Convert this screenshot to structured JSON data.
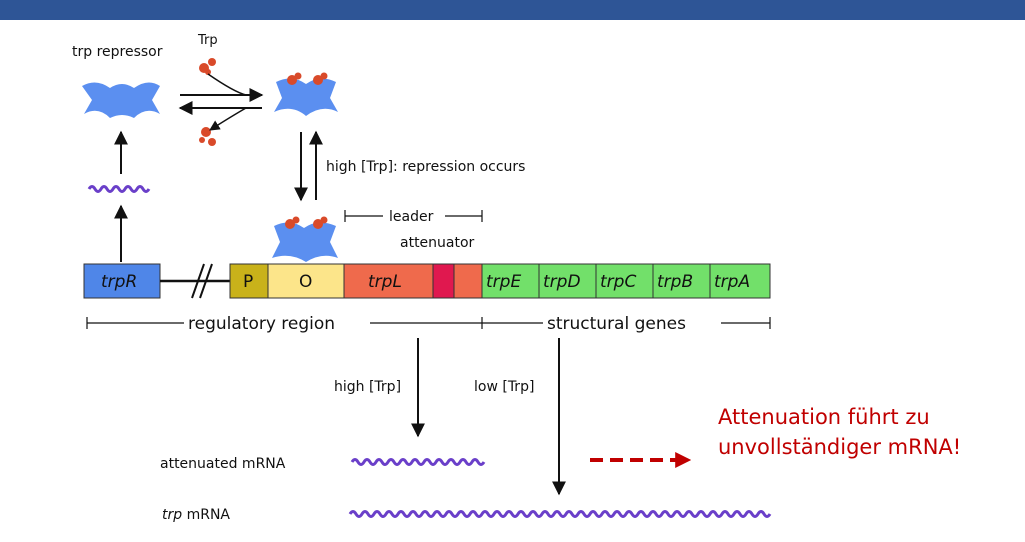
{
  "colors": {
    "header_bar": "#2e5596",
    "repressor": "#5b8ff0",
    "tryptophan": "#d94a2a",
    "mrna": "#6a3fc9",
    "trpR_box": "#4f86e8",
    "P_box": "#c9b21a",
    "O_box": "#fce58a",
    "trpL_box": "#ef6a4c",
    "attenuator_box": "#e0184f",
    "structural_box": "#72e06a",
    "note_text": "#c00000",
    "note_arrow": "#c00000"
  },
  "labels": {
    "trp_repressor": "trp repressor",
    "trp": "Trp",
    "repression": "high [Trp]: repression occurs",
    "leader": "leader",
    "attenuator": "attenuator",
    "regulatory_region": "regulatory region",
    "structural_genes": "structural genes",
    "high_trp": "high [Trp]",
    "low_trp": "low [Trp]",
    "attenuated_mrna": "attenuated mRNA",
    "trp_mrna_italic": "trp",
    "trp_mrna_rest": " mRNA"
  },
  "genes": {
    "trpR": "trpR",
    "P": "P",
    "O": "O",
    "trpL": "trpL",
    "trpE": "trpE",
    "trpD": "trpD",
    "trpC": "trpC",
    "trpB": "trpB",
    "trpA": "trpA"
  },
  "note": {
    "line1": "Attenuation führt zu",
    "line2": "unvollständiger mRNA!"
  }
}
